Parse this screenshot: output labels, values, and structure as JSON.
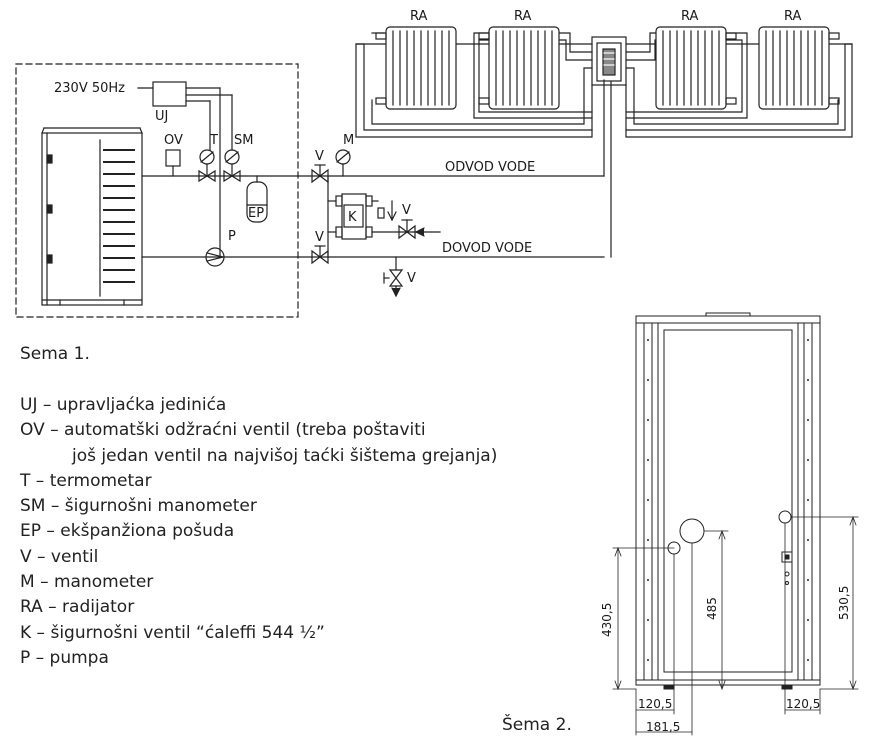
{
  "scheme1": {
    "caption": "Sema 1.",
    "power_label": "230V 50Hz",
    "labels": {
      "uj": "UJ",
      "ov": "OV",
      "t": "T",
      "sm": "SM",
      "m": "M",
      "ep": "EP",
      "k": "K",
      "p": "P",
      "v_supply": "V",
      "v_return": "V",
      "v_inlet": "V",
      "v_drain": "V"
    },
    "radiator_labels": [
      "RA",
      "RA",
      "RA",
      "RA"
    ],
    "pipe_labels": {
      "outflow": "ODVOD VODE",
      "inflow": "DOVOD VODE"
    }
  },
  "legend": [
    "UJ – upravljaćka jedinića",
    "OV – automatški odžraćni ventil (treba poštaviti",
    "još jedan ventil na najvišoj taćki šištema grejanja)",
    "T – termometar",
    "SM – šigurnošni manometer",
    "EP – ekšpanžiona pošuda",
    "V – ventil",
    "M – manometer",
    "RA – radijator",
    "K – šigurnošni ventil “ćaleffi 544 ½”",
    "P – pumpa"
  ],
  "scheme2": {
    "caption": "Šema 2.",
    "dimensions": {
      "height_left": "430,5",
      "height_middle": "485",
      "height_right": "530,5",
      "width_left": "120,5",
      "width_right": "120,5",
      "width_bottom": "181,5"
    }
  }
}
